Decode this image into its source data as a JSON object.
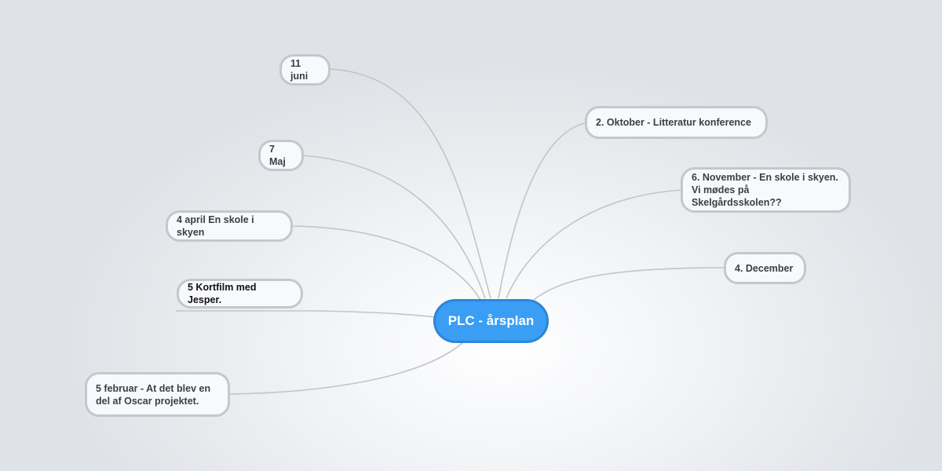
{
  "mindmap": {
    "root": {
      "label": "PLC - årsplan",
      "color": "#3a9ef5"
    },
    "left_nodes": [
      {
        "id": "juni",
        "label": "11 juni"
      },
      {
        "id": "maj",
        "label": "7 Maj"
      },
      {
        "id": "april",
        "label": "4 april En skole i skyen"
      },
      {
        "id": "kortfilm",
        "label": "5 Kortfilm med Jesper."
      },
      {
        "id": "februar",
        "label": "5 februar -  At det blev en\ndel af Oscar projektet."
      }
    ],
    "right_nodes": [
      {
        "id": "oktober",
        "label": "2. Oktober - Litteratur konference"
      },
      {
        "id": "november",
        "label": "6. November - En skole i skyen.\nVi mødes på Skelgårdsskolen??"
      },
      {
        "id": "december",
        "label": "4. December"
      }
    ]
  }
}
